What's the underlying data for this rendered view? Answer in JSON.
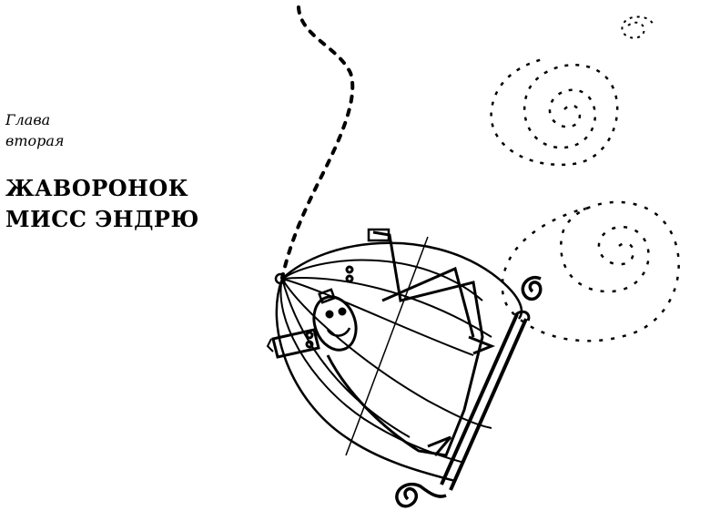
{
  "chapter": {
    "label_line1": "Глава",
    "label_line2": "вторая",
    "title_line1": "ЖАВОРОНОК",
    "title_line2": "МИСС ЭНДРЮ"
  },
  "illustration": {
    "subject": "tilted birdcage with a bird and dotted spiral trails",
    "ink_color": "#000000",
    "paper_color": "#ffffff"
  }
}
